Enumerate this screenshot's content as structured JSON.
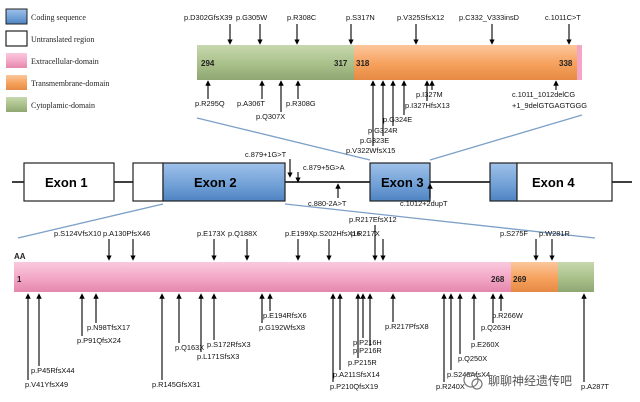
{
  "legend": {
    "coding": "Coding sequence",
    "untranslated": "Untranslated region",
    "extracellular": "Extracellular-domain",
    "transmembrane": "Transmembrane-domain",
    "cytoplasmic": "Cytoplamic-domain"
  },
  "colors": {
    "coding": "#6f9fd6",
    "extracellular": "#f3a6c6",
    "transmembrane": "#f6a15c",
    "cytoplasmic": "#a9c08a"
  },
  "top_bar": {
    "start": "294",
    "cyto_end": "317",
    "tm_start": "318",
    "end": "338",
    "mutations_above": [
      "p.D302GfsX39",
      "p.G305W",
      "p.R308C",
      "p.S317N",
      "p.V325SfsX12",
      "p.C332_V333insD",
      "c.1011C>T"
    ],
    "mutations_below": [
      "p.R295Q",
      "p.A306T",
      "p.Q307X",
      "p.R308G",
      "p.V322WfsX15",
      "p.G323E",
      "p.G324R",
      "p.G324E",
      "p.I327M",
      "p.I327HfsX13",
      "c.1011_1012delCG",
      "+1_9delGTGAGTGGG"
    ]
  },
  "gene": {
    "exons": [
      "Exon 1",
      "Exon 2",
      "Exon 3",
      "Exon 4"
    ],
    "splice_mutations": [
      "c.879+1G>T",
      "c.879+5G>A",
      "c.880-2A>T",
      "c.1012+2dupT"
    ]
  },
  "bottom_bar": {
    "aa_label": "AA",
    "start": "1",
    "ec_end": "268",
    "tm_start": "269",
    "mutations_above": [
      "p.S124VfsX10",
      "p.A130PfsX46",
      "p.E173X",
      "p.Q188X",
      "p.E199X",
      "p.S202HfsX16",
      "p.R217EfsX12",
      "p.R217X",
      "p.S275F",
      "p.W281R"
    ],
    "mutations_below": [
      "p.P45RfsX44",
      "p.V41YfsX49",
      "p.N98TfsX17",
      "p.P91QfsX24",
      "p.Q163X",
      "p.R145GfsX31",
      "p.S172RfsX3",
      "p.L171SfsX3",
      "p.E194RfsX6",
      "p.G192WfsX8",
      "p.A211SfsX14",
      "p.P210QfsX19",
      "p.P216H",
      "p.P216R",
      "p.P215R",
      "p.R217PfsX8",
      "p.R240X",
      "p.S248AfsX4",
      "p.Q250X",
      "p.E260X",
      "p.R266W",
      "p.Q263H",
      "p.A287T"
    ]
  },
  "watermark": "聊聊神经遗传吧"
}
